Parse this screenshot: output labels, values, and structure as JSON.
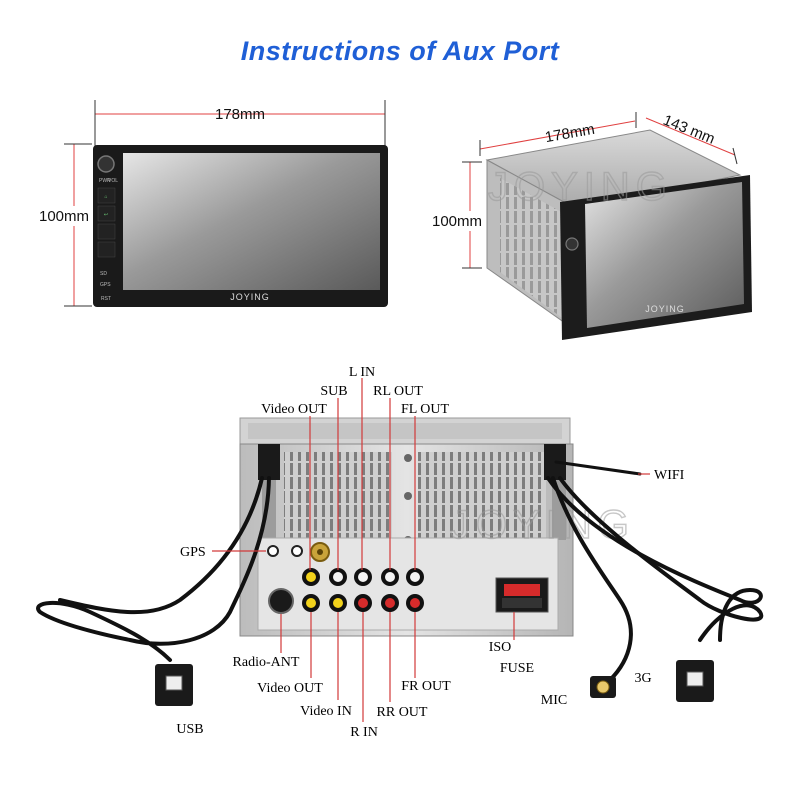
{
  "title": "Instructions of Aux Port",
  "brand": "JOYING",
  "watermark": "JOYING",
  "front_view": {
    "width": "178mm",
    "height": "100mm",
    "buttons": [
      "PWR",
      "VOL",
      "SD",
      "GPS",
      "RST"
    ]
  },
  "side_view": {
    "width": "178mm",
    "depth": "143 mm",
    "height": "100mm"
  },
  "ports": {
    "l_in": "L IN",
    "sub": "SUB",
    "rl_out": "RL OUT",
    "video_out_top": "Video OUT",
    "fl_out": "FL OUT",
    "wifi": "WIFI",
    "gps": "GPS",
    "radio_ant": "Radio-ANT",
    "video_out_bottom": "Video OUT",
    "video_in": "Video IN",
    "r_in": "R IN",
    "rr_out": "RR OUT",
    "fr_out": "FR OUT",
    "iso": "ISO",
    "fuse": "FUSE",
    "mic": "MIC",
    "three_g": "3G",
    "usb": "USB"
  }
}
